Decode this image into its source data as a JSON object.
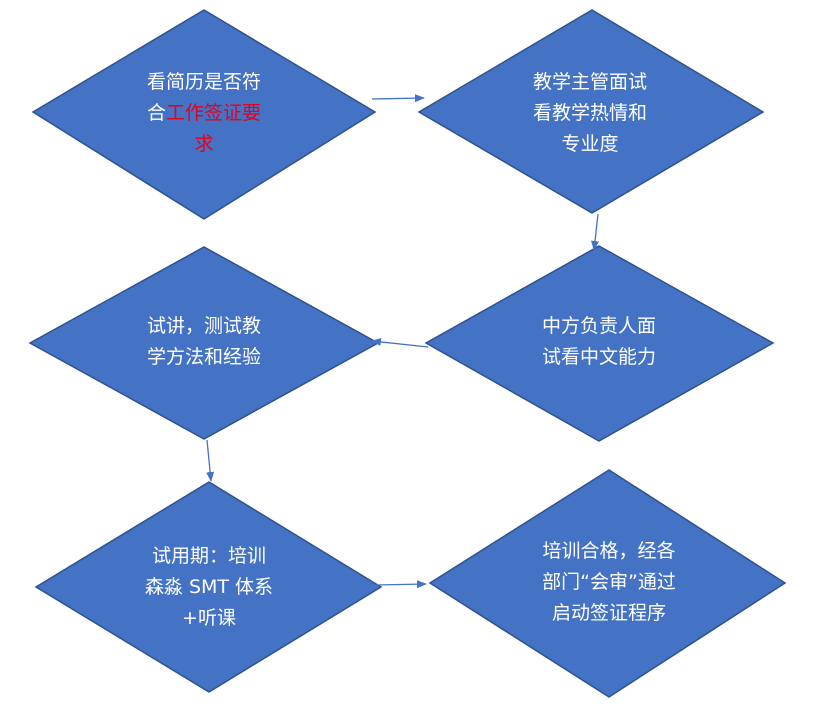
{
  "steps": [
    {
      "lines": [
        [
          {
            "text": "看简历是否符"
          }
        ],
        [
          {
            "text": "合"
          },
          {
            "text": "工作签证要",
            "highlight": true
          }
        ],
        [
          {
            "text": "求",
            "highlight": true
          }
        ]
      ]
    },
    {
      "lines": [
        [
          {
            "text": "教学主管面试"
          }
        ],
        [
          {
            "text": "看教学热情和"
          }
        ],
        [
          {
            "text": "专业度"
          }
        ]
      ]
    },
    {
      "lines": [
        [
          {
            "text": "中方负责人面"
          }
        ],
        [
          {
            "text": "试看中文能力"
          }
        ]
      ]
    },
    {
      "lines": [
        [
          {
            "text": "试讲，测试教"
          }
        ],
        [
          {
            "text": "学方法和经验"
          }
        ]
      ]
    },
    {
      "lines": [
        [
          {
            "text": "试用期：培训"
          }
        ],
        [
          {
            "text": "森淼 SMT 体系"
          }
        ],
        [
          {
            "text": "+听课"
          }
        ]
      ]
    },
    {
      "lines": [
        [
          {
            "text": "培训合格，经各"
          }
        ],
        [
          {
            "text": "部门“会审”通过"
          }
        ],
        [
          {
            "text": "启动签证程序"
          }
        ]
      ]
    }
  ],
  "colors": {
    "shape_fill": "#4472C4",
    "shape_border": "#2F528F",
    "text": "#FFFFFF",
    "highlight_text": "#E8001C",
    "connector": "#4472C4"
  }
}
